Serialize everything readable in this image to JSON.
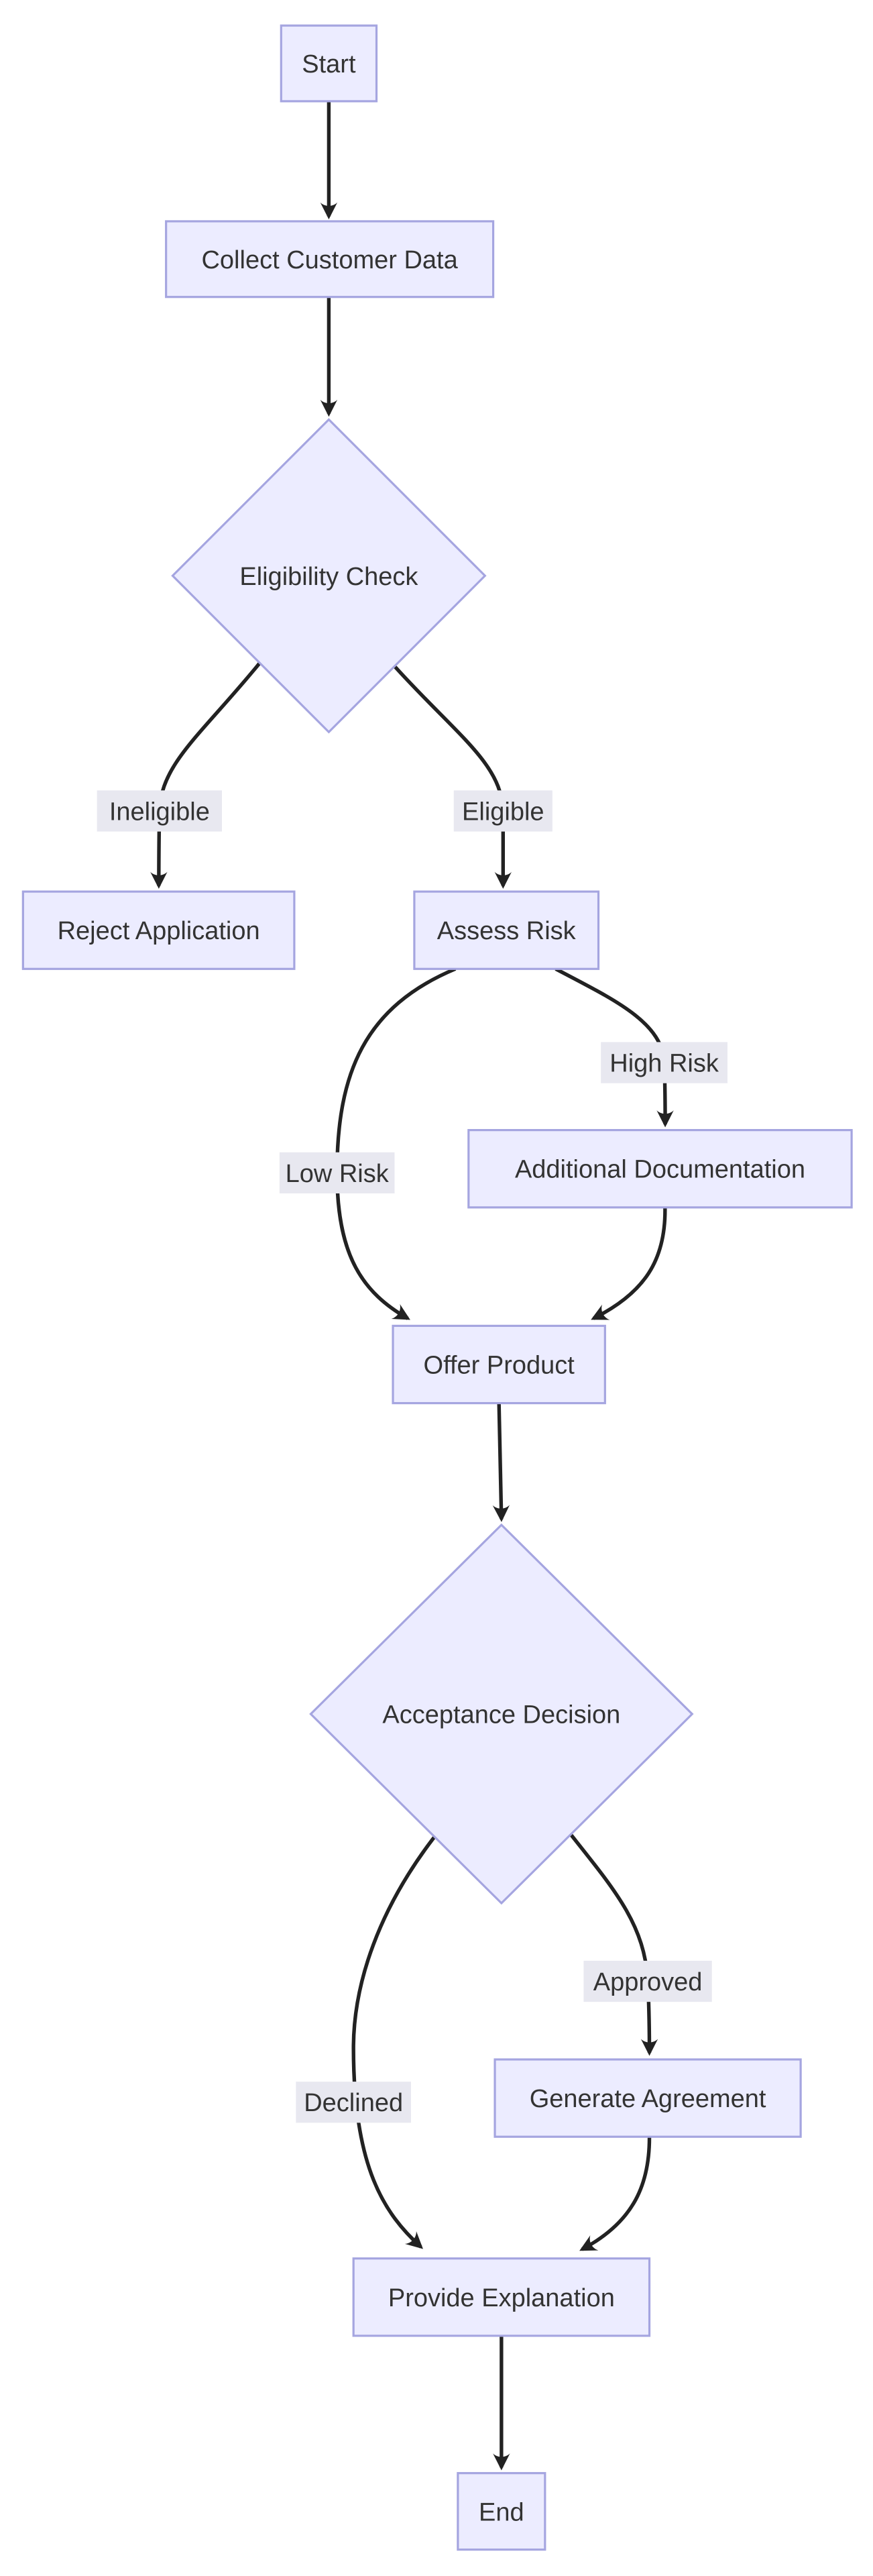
{
  "flow": {
    "nodes": [
      {
        "id": "start",
        "label": "Start",
        "shape": "rect"
      },
      {
        "id": "collect",
        "label": "Collect Customer Data",
        "shape": "rect"
      },
      {
        "id": "eligibility",
        "label": "Eligibility Check",
        "shape": "diamond"
      },
      {
        "id": "reject",
        "label": "Reject Application",
        "shape": "rect"
      },
      {
        "id": "assess",
        "label": "Assess Risk",
        "shape": "rect"
      },
      {
        "id": "adddoc",
        "label": "Additional Documentation",
        "shape": "rect"
      },
      {
        "id": "offer",
        "label": "Offer Product",
        "shape": "rect"
      },
      {
        "id": "acceptance",
        "label": "Acceptance Decision",
        "shape": "diamond"
      },
      {
        "id": "generate",
        "label": "Generate Agreement",
        "shape": "rect"
      },
      {
        "id": "explain",
        "label": "Provide Explanation",
        "shape": "rect"
      },
      {
        "id": "end",
        "label": "End",
        "shape": "rect"
      }
    ],
    "edges": [
      {
        "from": "start",
        "to": "collect",
        "label": ""
      },
      {
        "from": "collect",
        "to": "eligibility",
        "label": ""
      },
      {
        "from": "eligibility",
        "to": "reject",
        "label": "Ineligible"
      },
      {
        "from": "eligibility",
        "to": "assess",
        "label": "Eligible"
      },
      {
        "from": "assess",
        "to": "adddoc",
        "label": "High Risk"
      },
      {
        "from": "assess",
        "to": "offer",
        "label": "Low Risk"
      },
      {
        "from": "adddoc",
        "to": "offer",
        "label": ""
      },
      {
        "from": "offer",
        "to": "acceptance",
        "label": ""
      },
      {
        "from": "acceptance",
        "to": "generate",
        "label": "Approved"
      },
      {
        "from": "acceptance",
        "to": "explain",
        "label": "Declined"
      },
      {
        "from": "generate",
        "to": "explain",
        "label": ""
      },
      {
        "from": "explain",
        "to": "end",
        "label": ""
      }
    ],
    "colors": {
      "node_fill": "#ECECFF",
      "node_border": "#A5A5E0",
      "edge": "#222222",
      "edge_label_bg": "#E8E8F0",
      "text": "#333333",
      "canvas_bg": "#FFFFFF"
    }
  }
}
